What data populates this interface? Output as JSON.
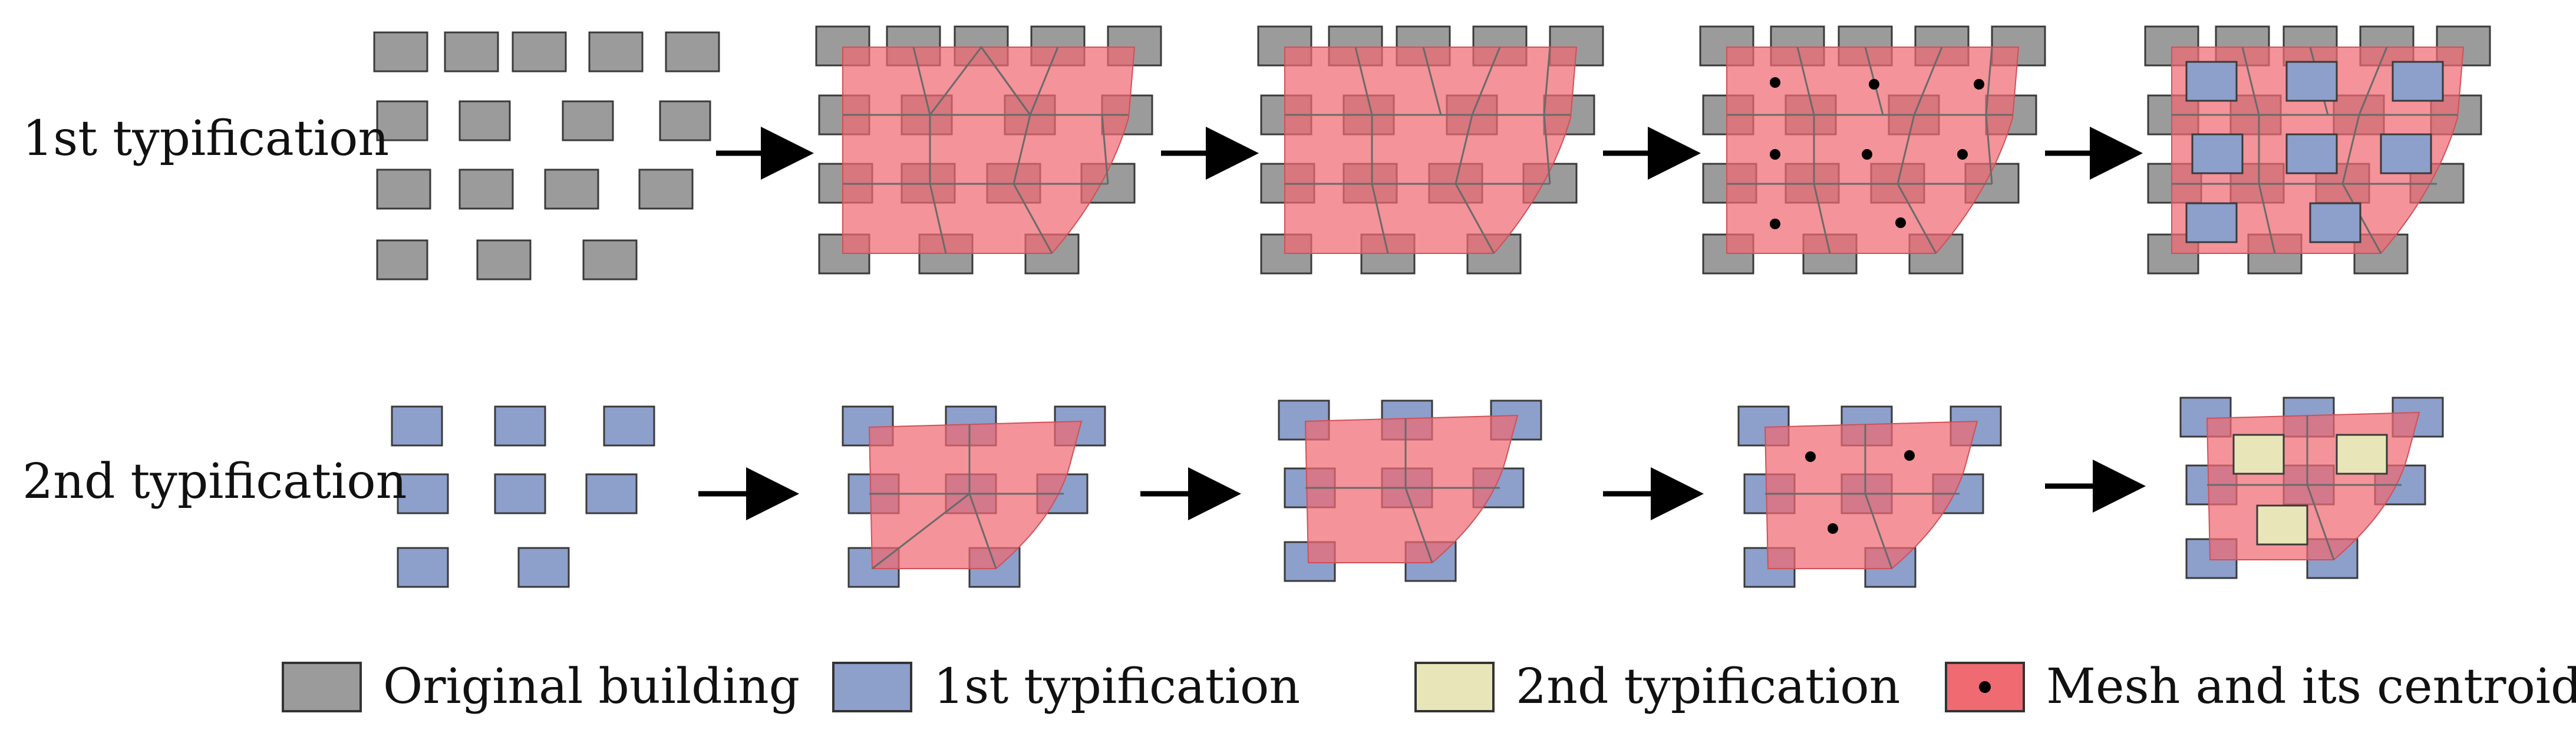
{
  "rows": [
    {
      "label": "1st typification"
    },
    {
      "label": "2nd typification"
    }
  ],
  "legend": [
    {
      "label": "Original building",
      "swatch": "grey"
    },
    {
      "label": "1st typification",
      "swatch": "blue"
    },
    {
      "label": "2nd typification",
      "swatch": "yellow"
    },
    {
      "label": "Mesh and its centroid",
      "swatch": "mesh"
    }
  ],
  "colors": {
    "original_building": "#9b9b9b",
    "first_typification": "#8d9fcb",
    "second_typification": "#e8e6b8",
    "mesh": "#f06a72",
    "outline": "#3a3a3a",
    "arrow": "#000000"
  }
}
